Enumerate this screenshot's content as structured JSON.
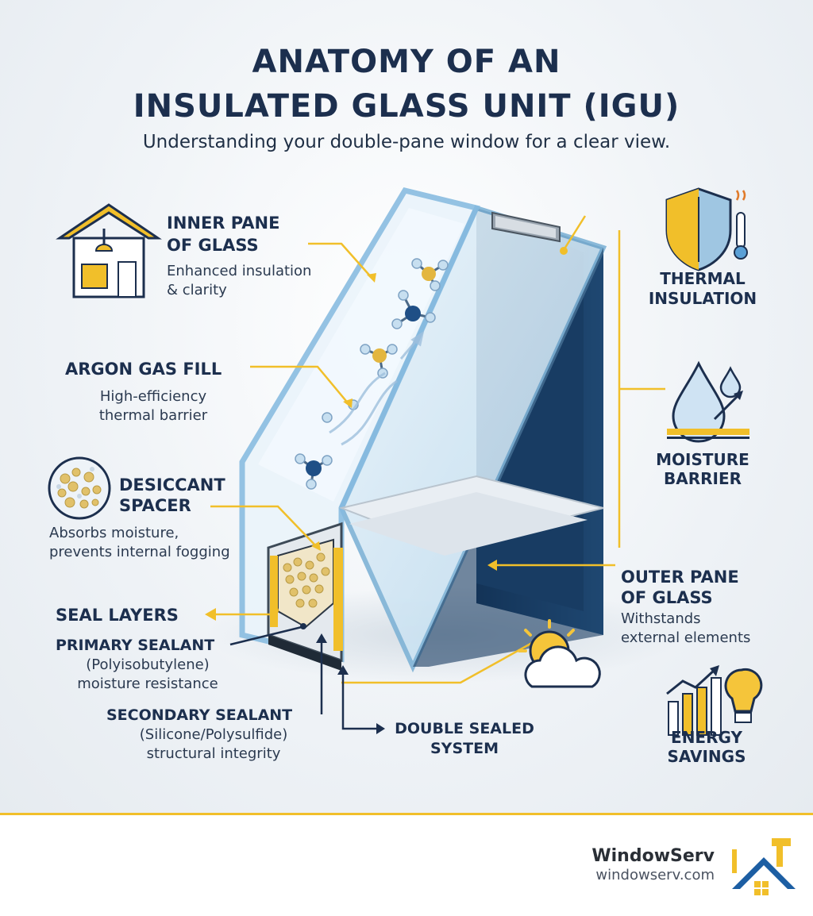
{
  "header": {
    "title_line1": "ANATOMY OF AN",
    "title_line2": "INSULATED GLASS UNIT (IGU)",
    "subtitle": "Understanding your double-pane window for a clear view."
  },
  "labels": {
    "inner_pane": {
      "title_line1": "INNER PANE",
      "title_line2": "OF GLASS",
      "desc_line1": "Enhanced insulation",
      "desc_line2": "& clarity"
    },
    "argon": {
      "title": "ARGON GAS FILL",
      "desc_line1": "High-efficiency",
      "desc_line2": "thermal barrier"
    },
    "desiccant": {
      "title_line1": "DESICCANT",
      "title_line2": "SPACER",
      "desc_line1": "Absorbs moisture,",
      "desc_line2": "prevents internal fogging"
    },
    "seal_layers": {
      "title": "SEAL LAYERS"
    },
    "primary_sealant": {
      "title": "PRIMARY SEALANT",
      "desc_line1": "(Polyisobutylene)",
      "desc_line2": "moisture resistance"
    },
    "secondary_sealant": {
      "title": "SECONDARY SEALANT",
      "desc_line1": "(Silicone/Polysulfide)",
      "desc_line2": "structural integrity"
    },
    "double_sealed": {
      "title_line1": "DOUBLE SEALED",
      "title_line2": "SYSTEM"
    },
    "thermal": {
      "title_line1": "THERMAL",
      "title_line2": "INSULATION"
    },
    "moisture": {
      "title_line1": "MOISTURE",
      "title_line2": "BARRIER"
    },
    "outer_pane": {
      "title_line1": "OUTER PANE",
      "title_line2": "OF GLASS",
      "desc_line1": "Withstands",
      "desc_line2": "external elements"
    },
    "energy": {
      "title_line1": "ENERGY",
      "title_line2": "SAVINGS"
    }
  },
  "footer": {
    "brand_name": "WindowServ",
    "brand_url": "windowserv.com"
  },
  "icons": [
    "house-icon",
    "shield-thermal-icon",
    "water-drop-icon",
    "desiccant-beads-icon",
    "sun-cloud-icon",
    "energy-chart-bulb-icon",
    "windowserv-logo-icon"
  ],
  "colors": {
    "accent": "#f1bf2a",
    "navy": "#1c2f4e",
    "glass_edge": "#7fb3d6",
    "glass_fill": "#d7e9f5"
  }
}
